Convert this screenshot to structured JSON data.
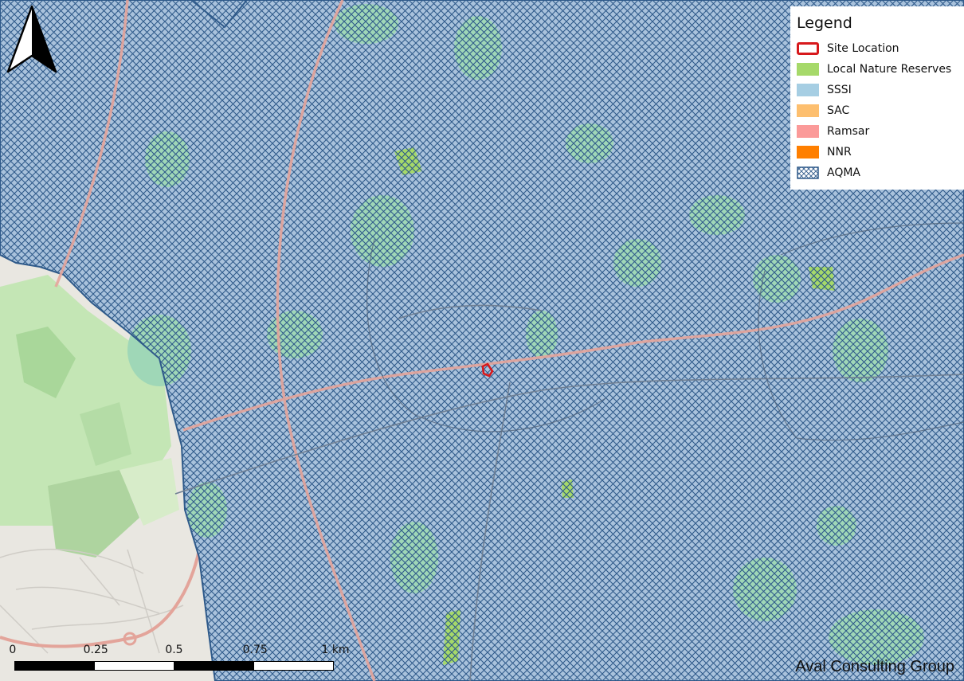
{
  "colors": {
    "site_location": "#d7191c",
    "local_nature_reserves": "#a6d96a",
    "sssi": "#a6cee3",
    "sac": "#fdbf6f",
    "ramsar": "#fb9a99",
    "nnr": "#ff7f00",
    "aqma_hatch": "#2f5a8a",
    "aqma_fill": "#a9c2dc",
    "park_green": "#bfe3b0",
    "major_road": "#e8a39a"
  },
  "legend": {
    "title": "Legend",
    "items": [
      {
        "label": "Site Location",
        "icon": "outline-red"
      },
      {
        "label": "Local Nature Reserves",
        "icon": "fill-light-green"
      },
      {
        "label": "SSSI",
        "icon": "fill-light-blue"
      },
      {
        "label": "SAC",
        "icon": "fill-light-orange"
      },
      {
        "label": "Ramsar",
        "icon": "fill-pink"
      },
      {
        "label": "NNR",
        "icon": "fill-orange"
      },
      {
        "label": "AQMA",
        "icon": "crosshatch-blue"
      }
    ]
  },
  "north_arrow": {
    "icon": "north-arrow-icon"
  },
  "scale_bar": {
    "labels": [
      "0",
      "0.25",
      "0.5",
      "0.75",
      "1 km"
    ]
  },
  "credit": {
    "text": "Aval Consulting Group"
  }
}
